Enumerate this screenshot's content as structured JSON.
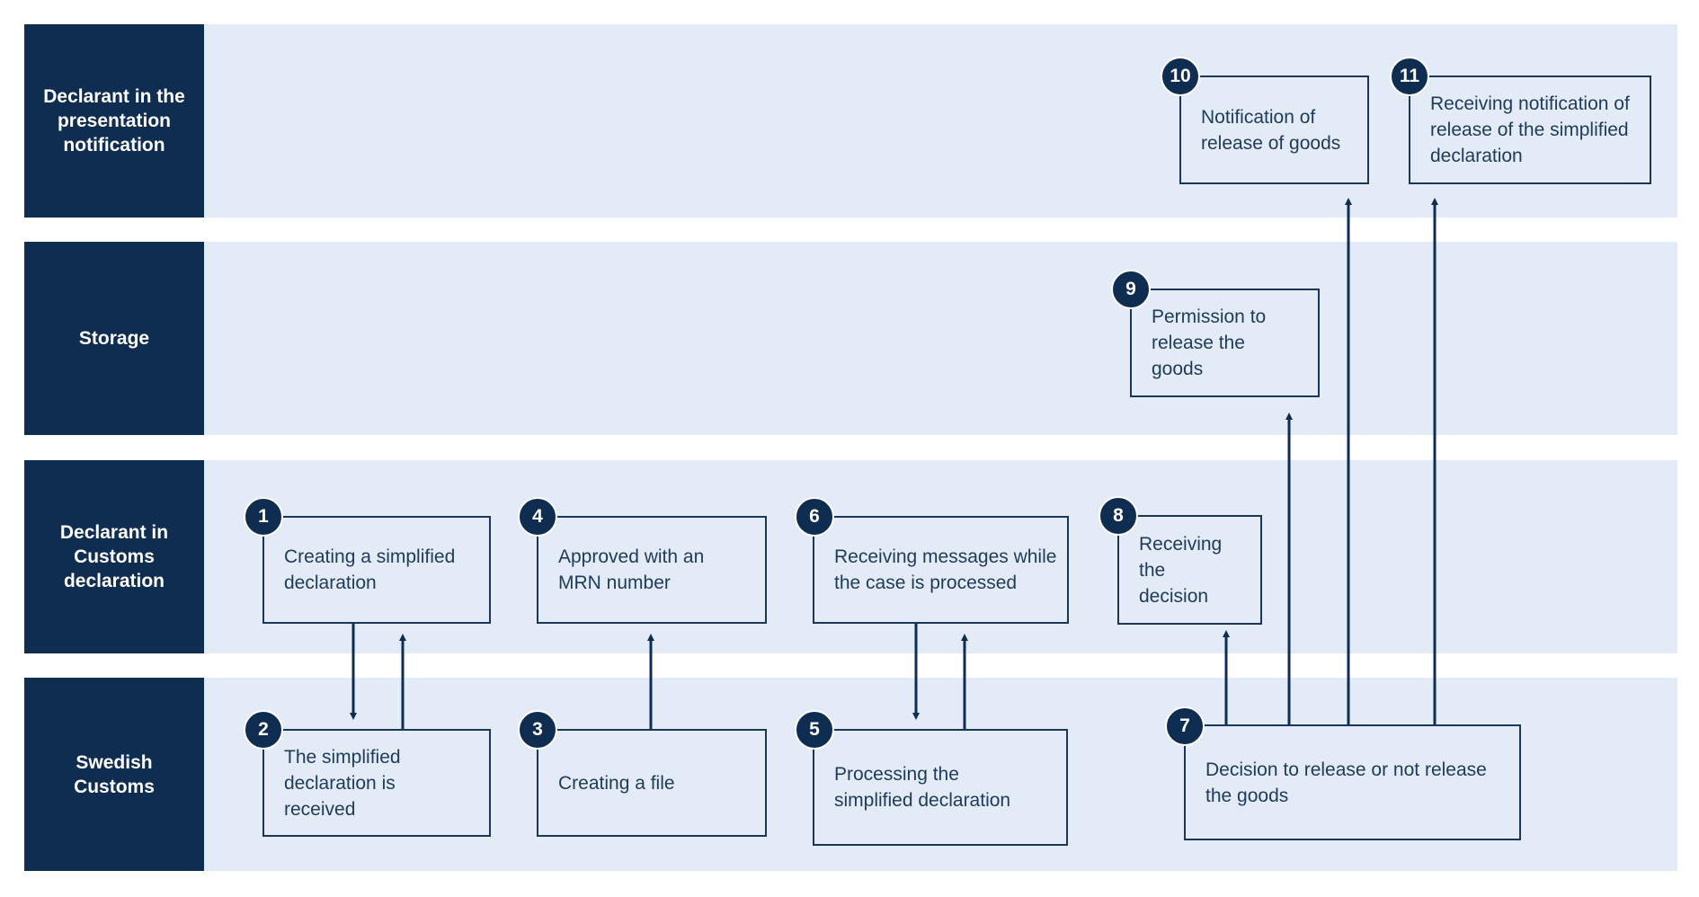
{
  "lanes": [
    {
      "label": "Declarant in the presentation notification"
    },
    {
      "label": "Storage"
    },
    {
      "label": "Declarant in Customs declaration"
    },
    {
      "label": "Swedish Customs"
    }
  ],
  "steps": {
    "s1": {
      "number": "1",
      "text": "Creating a simplified declaration"
    },
    "s2": {
      "number": "2",
      "text": "The simplified declaration is received"
    },
    "s3": {
      "number": "3",
      "text": "Creating a file"
    },
    "s4": {
      "number": "4",
      "text": "Approved with an MRN number"
    },
    "s5": {
      "number": "5",
      "text": "Processing the simplified declaration"
    },
    "s6": {
      "number": "6",
      "text": "Receiving messages while the case is processed"
    },
    "s7": {
      "number": "7",
      "text": "Decision to release or not release the goods"
    },
    "s8": {
      "number": "8",
      "text": "Receiving the decision"
    },
    "s9": {
      "number": "9",
      "text": "Permission to release the goods"
    },
    "s10": {
      "number": "10",
      "text": "Notification of release of goods"
    },
    "s11": {
      "number": "11",
      "text": "Receiving notification of release of the simplified declaration"
    }
  },
  "colors": {
    "lane_fill": "#e3ebf7",
    "label_fill": "#0f2d50",
    "box_border": "#1a3658",
    "text": "#1f3a5a"
  }
}
